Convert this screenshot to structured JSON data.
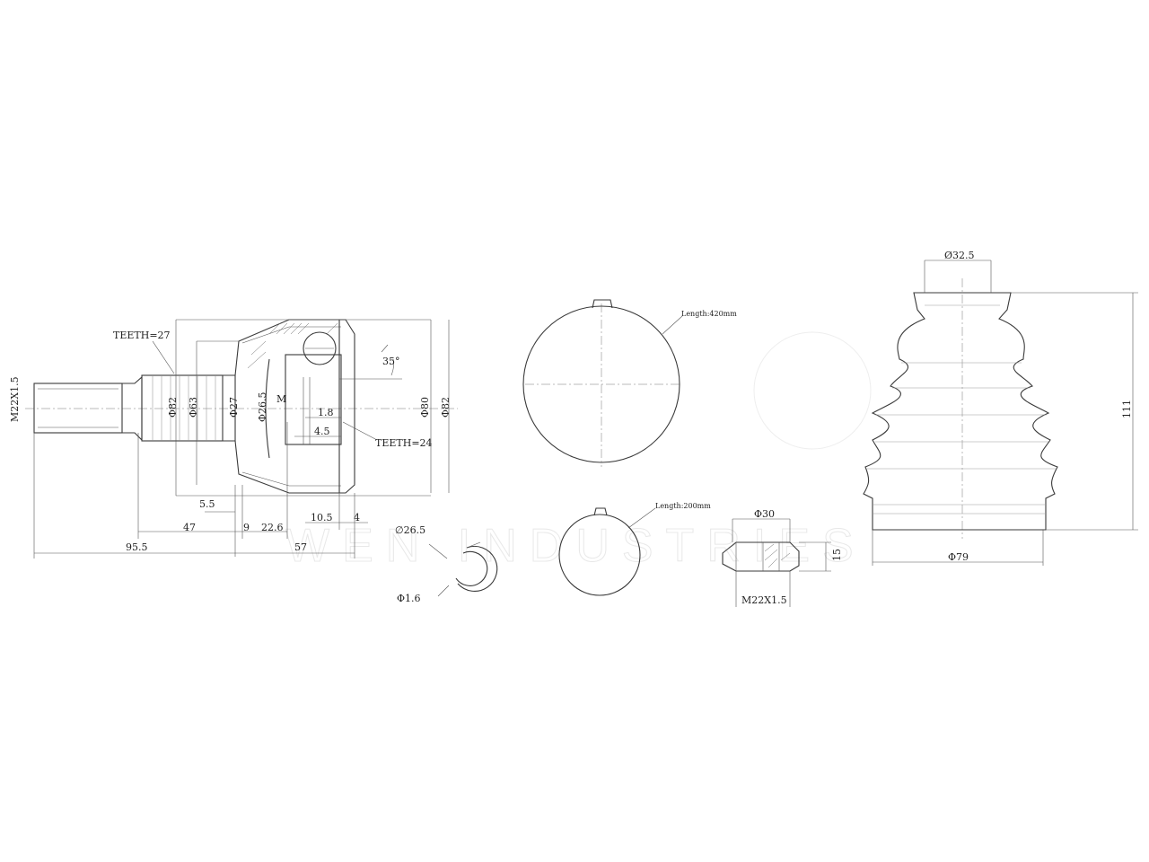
{
  "watermark": "WEN INDUSTRIES",
  "joint": {
    "teeth_outer": "TEETH=27",
    "teeth_inner": "TEETH=24",
    "thread": "M22X1.5",
    "angle": "35°",
    "marker_m": "M",
    "dia_82_shaft": "Φ82",
    "dia_63": "Φ63",
    "dia_27": "Φ27",
    "dia_26_5": "Φ26.5",
    "dia_80": "Φ80",
    "dia_82": "Φ82",
    "dim_1_8": "1.8",
    "dim_4_5": "4.5",
    "dim_5_5": "5.5",
    "dim_47": "47",
    "dim_9": "9",
    "dim_22_6": "22.6",
    "dim_10_5": "10.5",
    "dim_4": "4",
    "dim_95_5": "95.5",
    "dim_57": "57"
  },
  "circlip": {
    "dia": "∅26.5",
    "wire": "Φ1.6"
  },
  "clamp_large": {
    "length": "Length:420mm"
  },
  "clamp_small": {
    "length": "Length:200mm"
  },
  "nut": {
    "dia": "Φ30",
    "height": "15",
    "thread": "M22X1.5"
  },
  "boot": {
    "top_dia": "Ø32.5",
    "height": "111",
    "bottom_dia": "Φ79"
  }
}
